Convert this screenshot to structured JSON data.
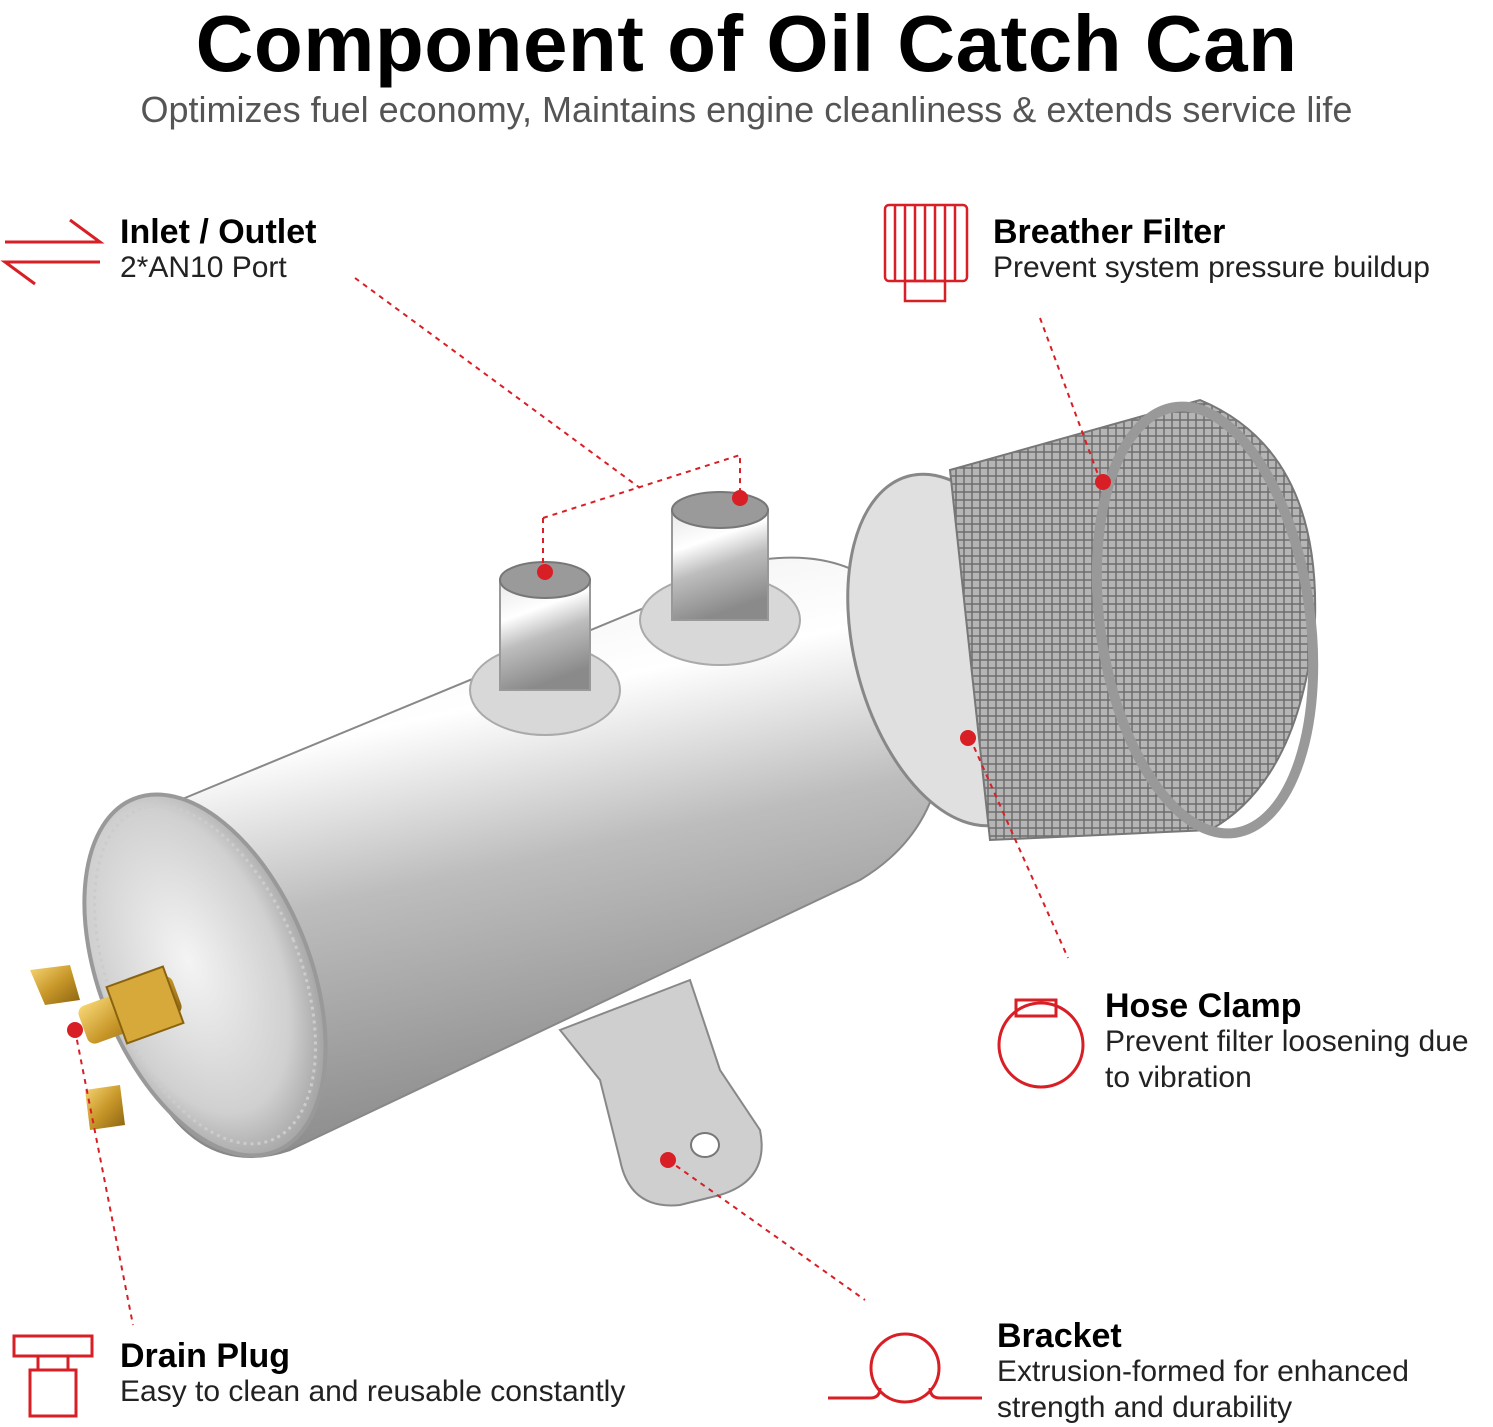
{
  "header": {
    "title": "Component of Oil Catch Can",
    "subtitle": "Optimizes fuel economy, Maintains engine cleanliness & extends service life"
  },
  "colors": {
    "accent": "#d81f26",
    "text": "#000000",
    "subtext": "#555555"
  },
  "callouts": {
    "inlet": {
      "name": "Inlet / Outlet",
      "desc": "2*AN10 Port",
      "icon": "arrows-exchange-icon"
    },
    "filter": {
      "name": "Breather Filter",
      "desc": "Prevent system pressure buildup",
      "icon": "breather-filter-icon"
    },
    "clamp": {
      "name": "Hose Clamp",
      "desc": "Prevent filter loosening due to vibration",
      "icon": "hose-clamp-icon"
    },
    "drain": {
      "name": "Drain Plug",
      "desc": "Easy to clean and reusable constantly",
      "icon": "drain-plug-icon"
    },
    "bracket": {
      "name": "Bracket",
      "desc": "Extrusion-formed for enhanced strength and durability",
      "icon": "bracket-icon"
    }
  }
}
